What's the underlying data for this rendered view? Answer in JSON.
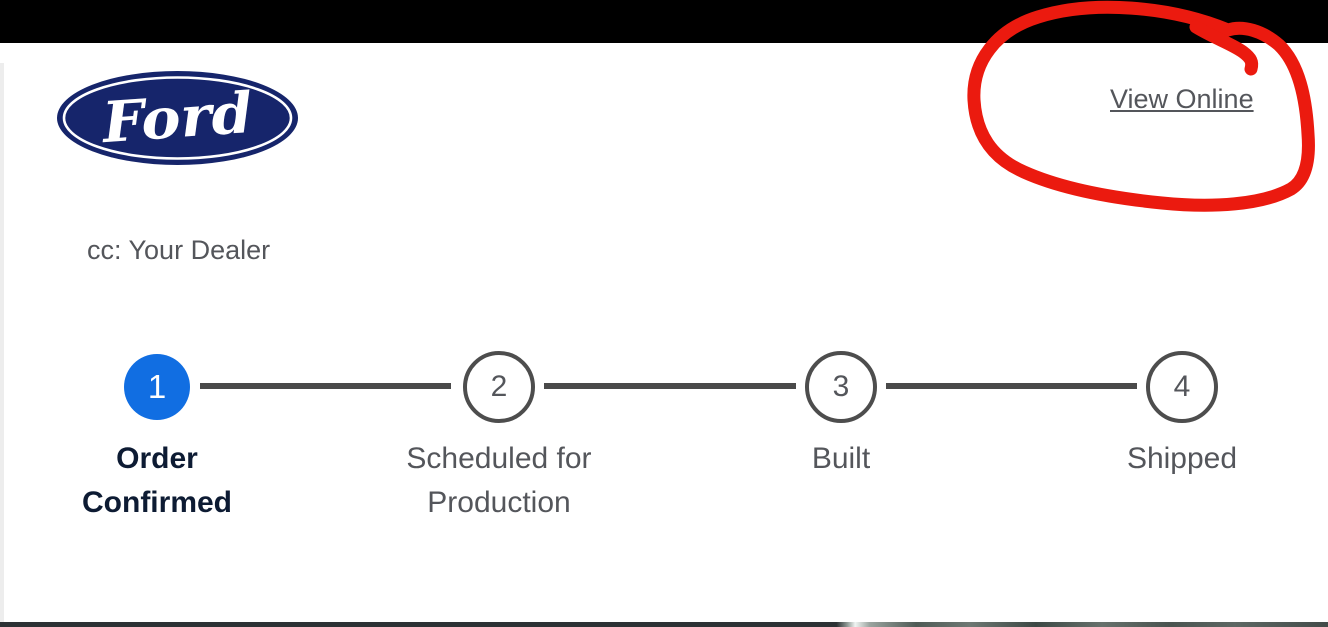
{
  "brand": {
    "name": "Ford",
    "logo_text": "Ford"
  },
  "header": {
    "view_online": "View Online"
  },
  "recipient": {
    "cc_line": "cc: Your Dealer"
  },
  "order_tracker": {
    "current_step": 1,
    "steps": [
      {
        "number": "1",
        "label": "Order Confirmed",
        "line1": "Order",
        "line2": "Confirmed",
        "state": "current"
      },
      {
        "number": "2",
        "label": "Scheduled for Production",
        "line1": "Scheduled for",
        "line2": "Production",
        "state": "upcoming"
      },
      {
        "number": "3",
        "label": "Built",
        "line1": "Built",
        "line2": "",
        "state": "upcoming"
      },
      {
        "number": "4",
        "label": "Shipped",
        "line1": "Shipped",
        "line2": "",
        "state": "upcoming"
      }
    ]
  },
  "annotation": {
    "shape": "hand-drawn red circle",
    "highlights": "View Online"
  },
  "colors": {
    "top_bar": "#000000",
    "ford_navy": "#16256b",
    "annotation_red": "#eb1a0f",
    "step_active_blue": "#116ee2",
    "step_ring_gray": "#4d4d4d",
    "connector_gray": "#4a4a4a",
    "active_label_navy": "#0d1b33",
    "text_gray": "#54565b"
  }
}
